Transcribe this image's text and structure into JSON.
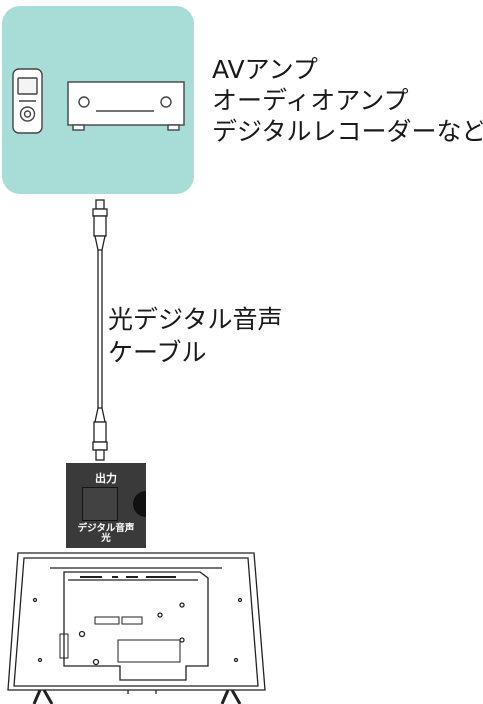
{
  "device": {
    "caption_lines": [
      "AVアンプ",
      "オーディオアンプ",
      "デジタルレコーダーなど"
    ],
    "box_color": "#a8dcd6",
    "icons": [
      "voice-recorder-icon",
      "av-amplifier-icon"
    ]
  },
  "cable": {
    "caption_lines": [
      "光デジタル音声",
      "ケーブル"
    ],
    "icon": "optical-cable-icon"
  },
  "port": {
    "top_label": "出力",
    "bottom_label_line1": "デジタル音声",
    "bottom_label_line2": "光",
    "panel_color": "#3a3a3a"
  },
  "tv": {
    "icon": "tv-rear-icon"
  }
}
